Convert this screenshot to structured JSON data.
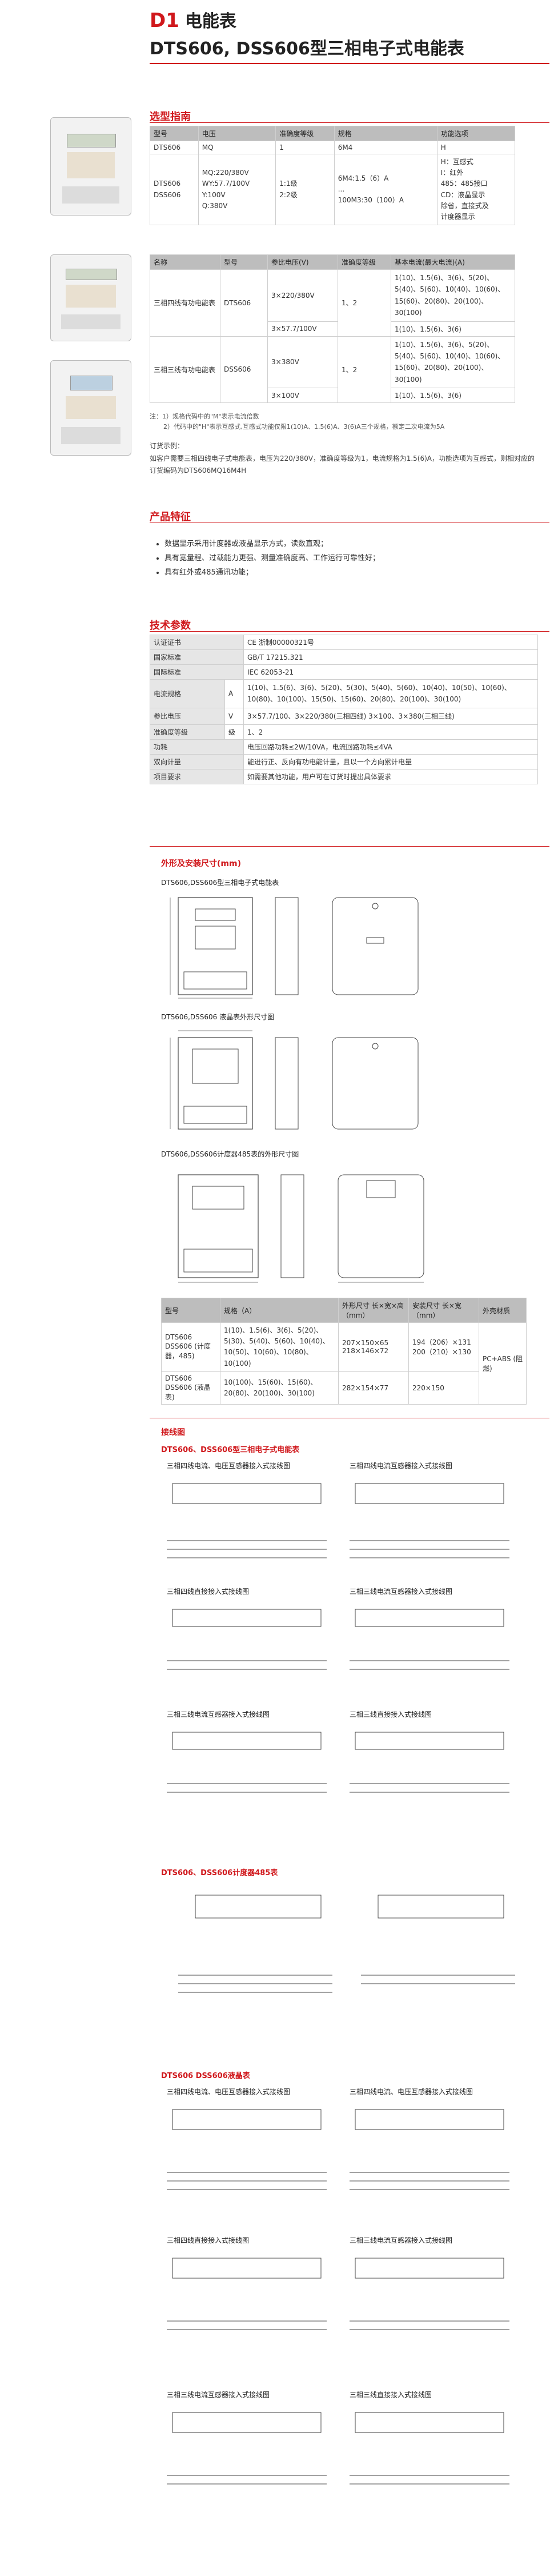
{
  "header": {
    "code": "D1",
    "title": "电能表",
    "subtitle": "DTS606, DSS606型三相电子式电能表"
  },
  "selection": {
    "heading": "选型指南",
    "table1": {
      "headers": [
        "型号",
        "电压",
        "准确度等级",
        "规格",
        "功能选项"
      ],
      "row1": [
        "DTS606",
        "MQ",
        "1",
        "6M4",
        "H"
      ],
      "row2": {
        "model": [
          "DTS606",
          "DSS606"
        ],
        "voltage": [
          "MQ:220/380V",
          "WY:57.7/100V",
          "Y:100V",
          "Q:380V"
        ],
        "accuracy": [
          "1:1级",
          "2:2级"
        ],
        "spec": [
          "6M4:1.5（6）A",
          "...",
          "100M3:30（100）A"
        ],
        "function": [
          "H：互感式",
          "I：红外",
          "485：485接口",
          "CD：液晶显示",
          "除省，直接式及",
          "计度器显示"
        ]
      }
    },
    "table2": {
      "headers": [
        "名称",
        "型号",
        "参比电压(V)",
        "准确度等级",
        "基本电流(最大电流)(A)"
      ],
      "rows": [
        {
          "name": "三相四线有功电能表",
          "model": "DTS606",
          "voltage": "3×220/380V",
          "accuracy": "1、2",
          "current": "1(10)、1.5(6)、3(6)、5(20)、5(40)、5(60)、10(40)、10(60)、15(60)、20(80)、20(100)、30(100)"
        },
        {
          "name": "",
          "model": "",
          "voltage": "3×57.7/100V",
          "accuracy": "",
          "current": "1(10)、1.5(6)、3(6)"
        },
        {
          "name": "三相三线有功电能表",
          "model": "DSS606",
          "voltage": "3×380V",
          "accuracy": "1、2",
          "current": "1(10)、1.5(6)、3(6)、5(20)、5(40)、5(60)、10(40)、10(60)、15(60)、20(80)、20(100)、30(100)"
        },
        {
          "name": "",
          "model": "",
          "voltage": "3×100V",
          "accuracy": "",
          "current": "1(10)、1.5(6)、3(6)"
        }
      ]
    },
    "notes": [
      "注：1）规格代码中的\"M\"表示电流倍数",
      "2）代码中的\"H\"表示互感式,互感式功能仅限1(10)A、1.5(6)A、3(6)A三个规格，额定二次电流为5A"
    ],
    "order_title": "订货示例：",
    "order_text": "如客户需要三相四线电子式电能表，电压为220/380V，准确度等级为1，电流规格为1.5(6)A，功能选项为互感式，则相对应的订货编码为DTS606MQ16M4H"
  },
  "features": {
    "heading": "产品特征",
    "items": [
      "数据显示采用计度器或液晶显示方式，读数直观；",
      "具有宽量程、过载能力更强、测量准确度高、工作运行可靠性好；",
      "具有红外或485通讯功能；"
    ]
  },
  "tech": {
    "heading": "技术参数",
    "rows": [
      {
        "label": "认证证书",
        "unit": "",
        "value": "CE 浙制00000321号"
      },
      {
        "label": "国家标准",
        "unit": "",
        "value": "GB/T 17215.321"
      },
      {
        "label": "国际标准",
        "unit": "",
        "value": "IEC 62053-21"
      },
      {
        "label": "电流规格",
        "unit": "A",
        "value": "1(10)、1.5(6)、3(6)、5(20)、5(30)、5(40)、5(60)、10(40)、10(50)、10(60)、10(80)、10(100)、15(50)、15(60)、20(80)、20(100)、30(100)"
      },
      {
        "label": "参比电压",
        "unit": "V",
        "value": "3×57.7/100、3×220/380(三相四线) 3×100、3×380(三相三线)"
      },
      {
        "label": "准确度等级",
        "unit": "级",
        "value": "1、2"
      },
      {
        "label": "功耗",
        "unit": "",
        "value": "电压回路功耗≤2W/10VA，电流回路功耗≤4VA"
      },
      {
        "label": "双向计量",
        "unit": "",
        "value": "能进行正、反向有功电能计量，且以一个方向累计电量"
      },
      {
        "label": "项目要求",
        "unit": "",
        "value": "如需要其他功能，用户可在订货时提出具体要求"
      }
    ]
  },
  "dimensions": {
    "heading": "外形及安装尺寸(mm)",
    "captions": [
      "DTS606,DSS606型三相电子式电能表",
      "DTS606,DSS606 液晶表外形尺寸图",
      "DTS606,DSS606计度器485表的外形尺寸图"
    ],
    "table": {
      "headers": [
        "型号",
        "规格（A）",
        "外形尺寸 长×宽×高（mm）",
        "安装尺寸 长×宽（mm）",
        "外壳材质"
      ],
      "rows": [
        {
          "model": "DTS606 DSS606 (计度器，485)",
          "spec": "1(10)、1.5(6)、3(6)、5(20)、5(30)、5(40)、5(60)、10(40)、10(50)、10(60)、10(80)、10(100)",
          "outer": "207×150×65 218×146×72",
          "mount": "194（206）×131 200（210）×130",
          "material": "PC+ABS (阻燃)"
        },
        {
          "model": "DTS606 DSS606 (液晶表)",
          "spec": "10(100)、15(60)、15(60)、20(80)、20(100)、30(100)",
          "outer": "282×154×77",
          "mount": "220×150",
          "material": ""
        }
      ]
    }
  },
  "wiring": {
    "heading": "接线图",
    "group1_title": "DTS606、DSS606型三相电子式电能表",
    "group1": [
      "三相四线电流、电压互感器接入式接线图",
      "三相四线电流互感器接入式接线图",
      "三相四线直接接入式接线图",
      "三相三线电流互感器接入式接线图",
      "三相三线电流互感器接入式接线图",
      "三相三线直接接入式接线图"
    ],
    "group2_title": "DTS606、DSS606计度器485表",
    "group3_title": "DTS606 DSS606液晶表",
    "group3": [
      "三相四线电流、电压互感器接入式接线图",
      "三相四线电流、电压互感器接入式接线图",
      "三相四线直接接入式接线图",
      "三相三线电流互感器接入式接线图",
      "三相三线电流互感器接入式接线图",
      "三相三线直接接入式接线图"
    ]
  }
}
